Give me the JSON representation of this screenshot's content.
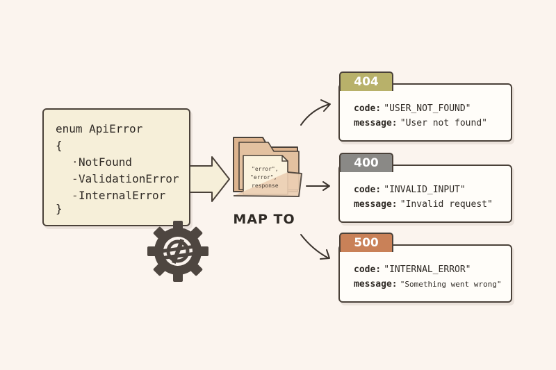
{
  "enum_block": {
    "lines": [
      "enum ApiError",
      "{",
      "NotFound",
      "ValidationError",
      "InternalError",
      "}"
    ]
  },
  "folder": {
    "paper_lines": [
      "\"error\",",
      "\"error\",",
      "response"
    ]
  },
  "map_label": "MAP TO",
  "responses": [
    {
      "status": "404",
      "color": "#b8b16a",
      "code_key": "code:",
      "code_value": "\"USER_NOT_FOUND\"",
      "message_key": "message:",
      "message_value": "\"User not found\""
    },
    {
      "status": "400",
      "color": "#8a8986",
      "code_key": "code:",
      "code_value": "\"INVALID_INPUT\"",
      "message_key": "message:",
      "message_value": "\"Invalid request\""
    },
    {
      "status": "500",
      "color": "#c98158",
      "code_key": "code:",
      "code_value": "\"INTERNAL_ERROR\"",
      "message_key": "message:",
      "message_value": "\"Something went wrong\""
    }
  ],
  "colors": {
    "background": "#fbf4ee",
    "outline": "#4a4139",
    "enum_fill": "#f6efd9",
    "folder_fill": "#e9cdb0",
    "gear": "#4e4640"
  },
  "icons": {
    "folder": "folder-icon",
    "gear": "gear-icon"
  }
}
